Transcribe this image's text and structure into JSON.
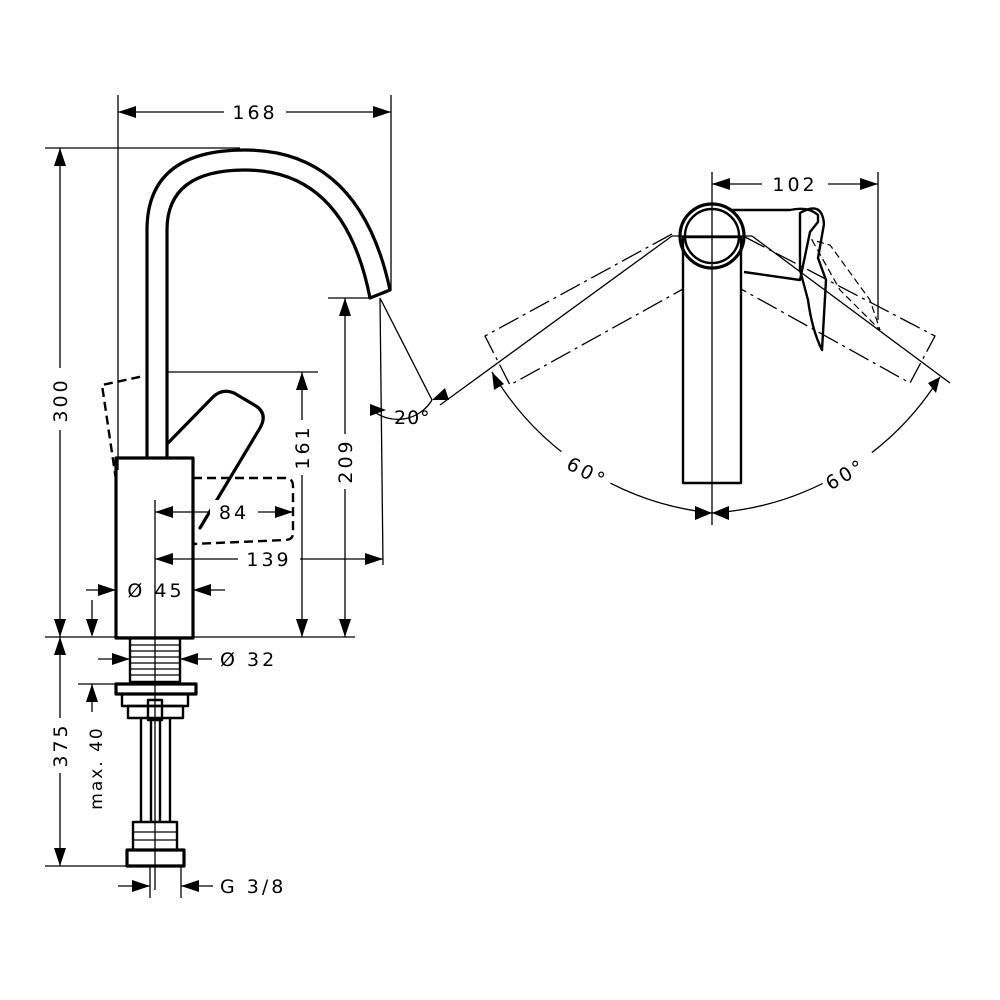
{
  "drawing": {
    "side_view": {
      "width_168": "168",
      "height_300": "300",
      "height_161": "161",
      "height_209": "209",
      "angle_20": "20°",
      "reach_84": "84",
      "reach_139": "139",
      "diameter_45": "Ø 45",
      "diameter_32": "Ø 32",
      "length_375": "375",
      "max_40": "max. 40",
      "thread": "G 3/8"
    },
    "top_view": {
      "offset_102": "102",
      "angle_left": "60°",
      "angle_right": "60°"
    }
  }
}
